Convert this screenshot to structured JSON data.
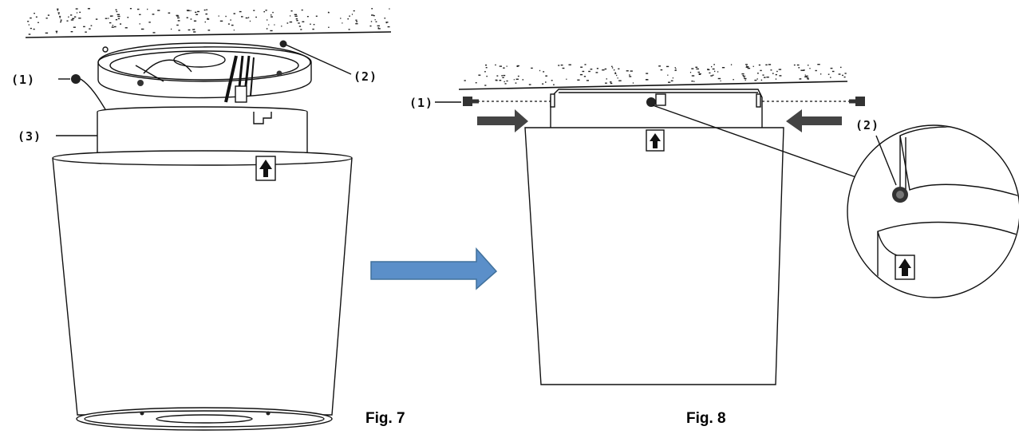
{
  "figures": [
    {
      "caption": "Fig. 7",
      "callouts": {
        "screw": "(1)",
        "hole": "(2)",
        "bracket": "(3)"
      }
    },
    {
      "caption": "Fig. 8",
      "callouts": {
        "screw": "(1)",
        "detail": "(2)"
      }
    }
  ],
  "colors": {
    "transition_arrow": "#5B8FC9",
    "transition_arrow_stroke": "#41719C",
    "ink": "#111111",
    "push_arrow": "#444444"
  },
  "icons": [
    "up-arrow-label-icon",
    "right-transition-arrow-icon",
    "push-arrow-icon"
  ]
}
